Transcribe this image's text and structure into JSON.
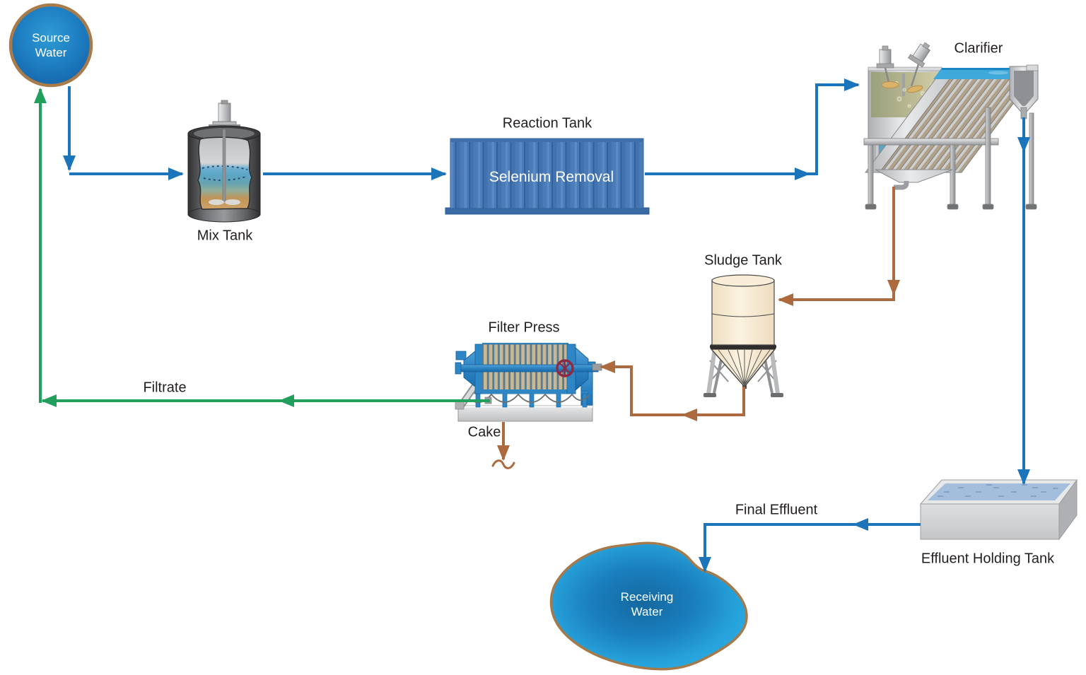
{
  "diagram": {
    "nodes": {
      "source_water": {
        "line1": "Source",
        "line2": "Water"
      },
      "mix_tank": {
        "label": "Mix Tank"
      },
      "reaction_tank": {
        "label": "Reaction Tank",
        "body_text": "Selenium Removal"
      },
      "clarifier": {
        "label": "Clarifier"
      },
      "sludge_tank": {
        "label": "Sludge Tank"
      },
      "filter_press": {
        "label": "Filter Press"
      },
      "effluent_holding_tank": {
        "label": "Effluent Holding Tank"
      },
      "receiving_water": {
        "line1": "Receiving",
        "line2": "Water"
      }
    },
    "flow_labels": {
      "filtrate": "Filtrate",
      "cake": "Cake",
      "final_effluent": "Final Effluent"
    },
    "colors": {
      "water_flow": "#1C75BB",
      "filtrate_flow": "#21A05D",
      "sludge_flow": "#AC6A3E",
      "label_text": "#231F20",
      "source_water_fill": "#1E7FC2",
      "receiving_water_fill": "#29A7DF",
      "reaction_tank_fill": "#4A7CB9",
      "sludge_tank_fill": "#F8ECD5"
    }
  }
}
